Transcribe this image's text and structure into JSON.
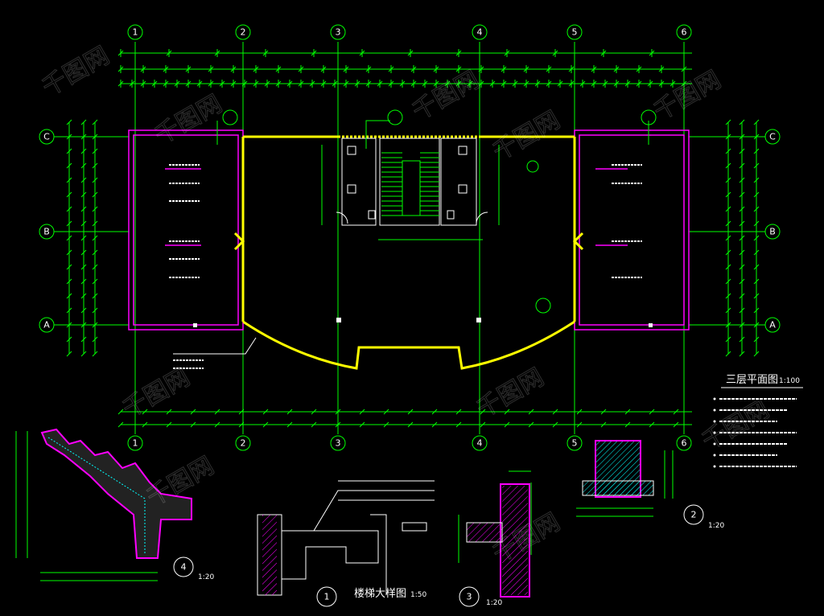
{
  "drawing": {
    "title": "三层平面图",
    "scale": "1:100",
    "grid_columns": [
      "1",
      "2",
      "3",
      "4",
      "5",
      "6"
    ],
    "grid_rows": [
      "C",
      "B",
      "A"
    ],
    "details": [
      {
        "number": "1",
        "caption": "楼梯大样图",
        "scale": "1:50"
      },
      {
        "number": "2",
        "scale": "1:20"
      },
      {
        "number": "3",
        "scale": "1:20"
      },
      {
        "number": "4",
        "scale": "1:20"
      }
    ],
    "watermark": "千图网"
  },
  "colors": {
    "background": "#000000",
    "axis": "#00ff00",
    "wall": "#ffff00",
    "section": "#ff00ff",
    "hatch": "#00ffff",
    "text": "#ffffff"
  }
}
